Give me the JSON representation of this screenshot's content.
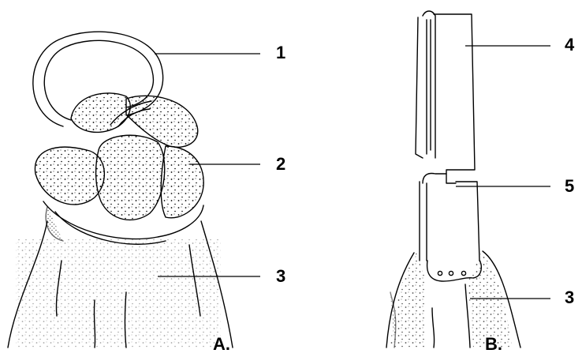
{
  "figure": {
    "panels": [
      {
        "id": "A",
        "label": "A."
      },
      {
        "id": "B",
        "label": "B."
      }
    ],
    "callouts": [
      {
        "panel": "A",
        "number": "1"
      },
      {
        "panel": "A",
        "number": "2"
      },
      {
        "panel": "A",
        "number": "3"
      },
      {
        "panel": "B",
        "number": "4"
      },
      {
        "panel": "B",
        "number": "5"
      },
      {
        "panel": "B",
        "number": "3"
      }
    ],
    "colors": {
      "line": "#000000",
      "background": "#ffffff"
    }
  }
}
